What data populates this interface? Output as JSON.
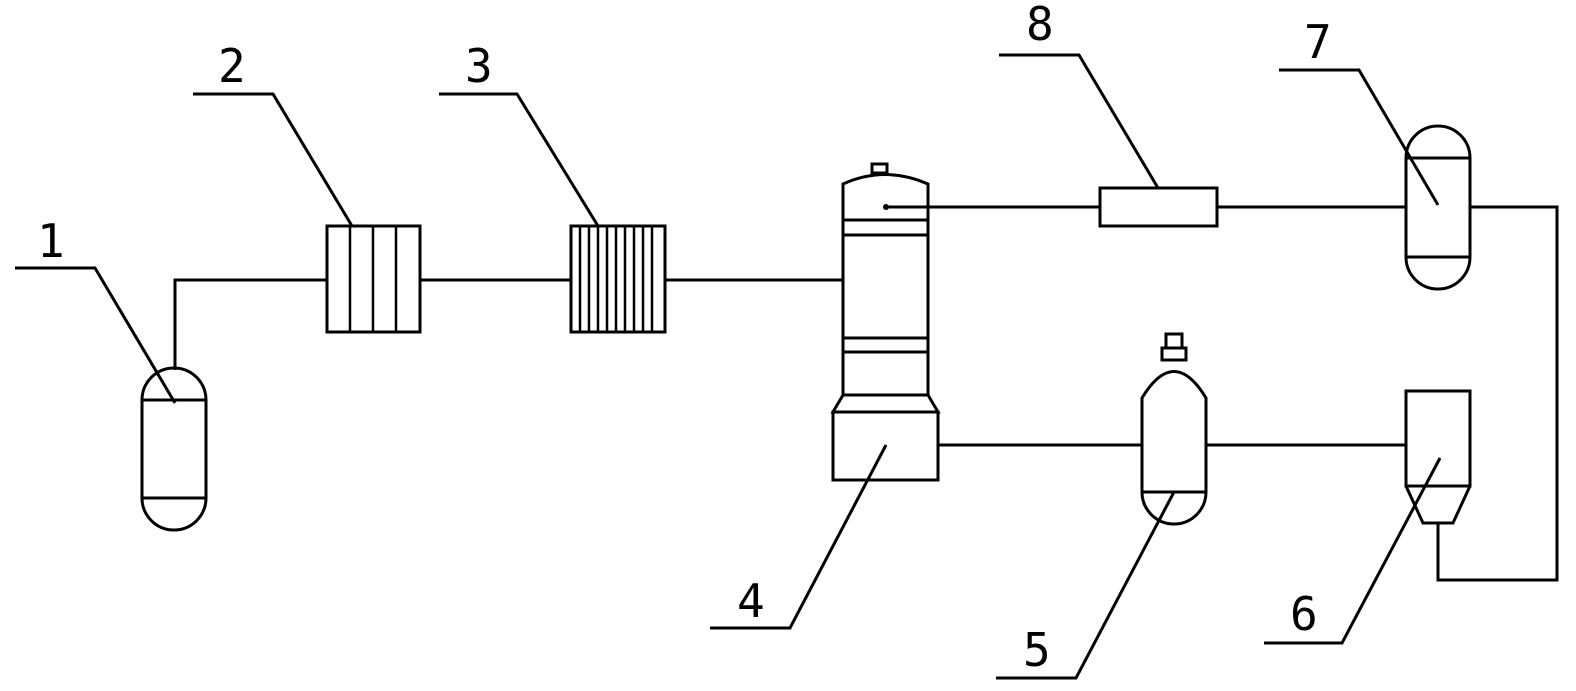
{
  "labels": {
    "l1": "1",
    "l2": "2",
    "l3": "3",
    "l4": "4",
    "l5": "5",
    "l6": "6",
    "l7": "7",
    "l8": "8"
  },
  "colors": {
    "line": "#000000",
    "background": "#ffffff"
  }
}
